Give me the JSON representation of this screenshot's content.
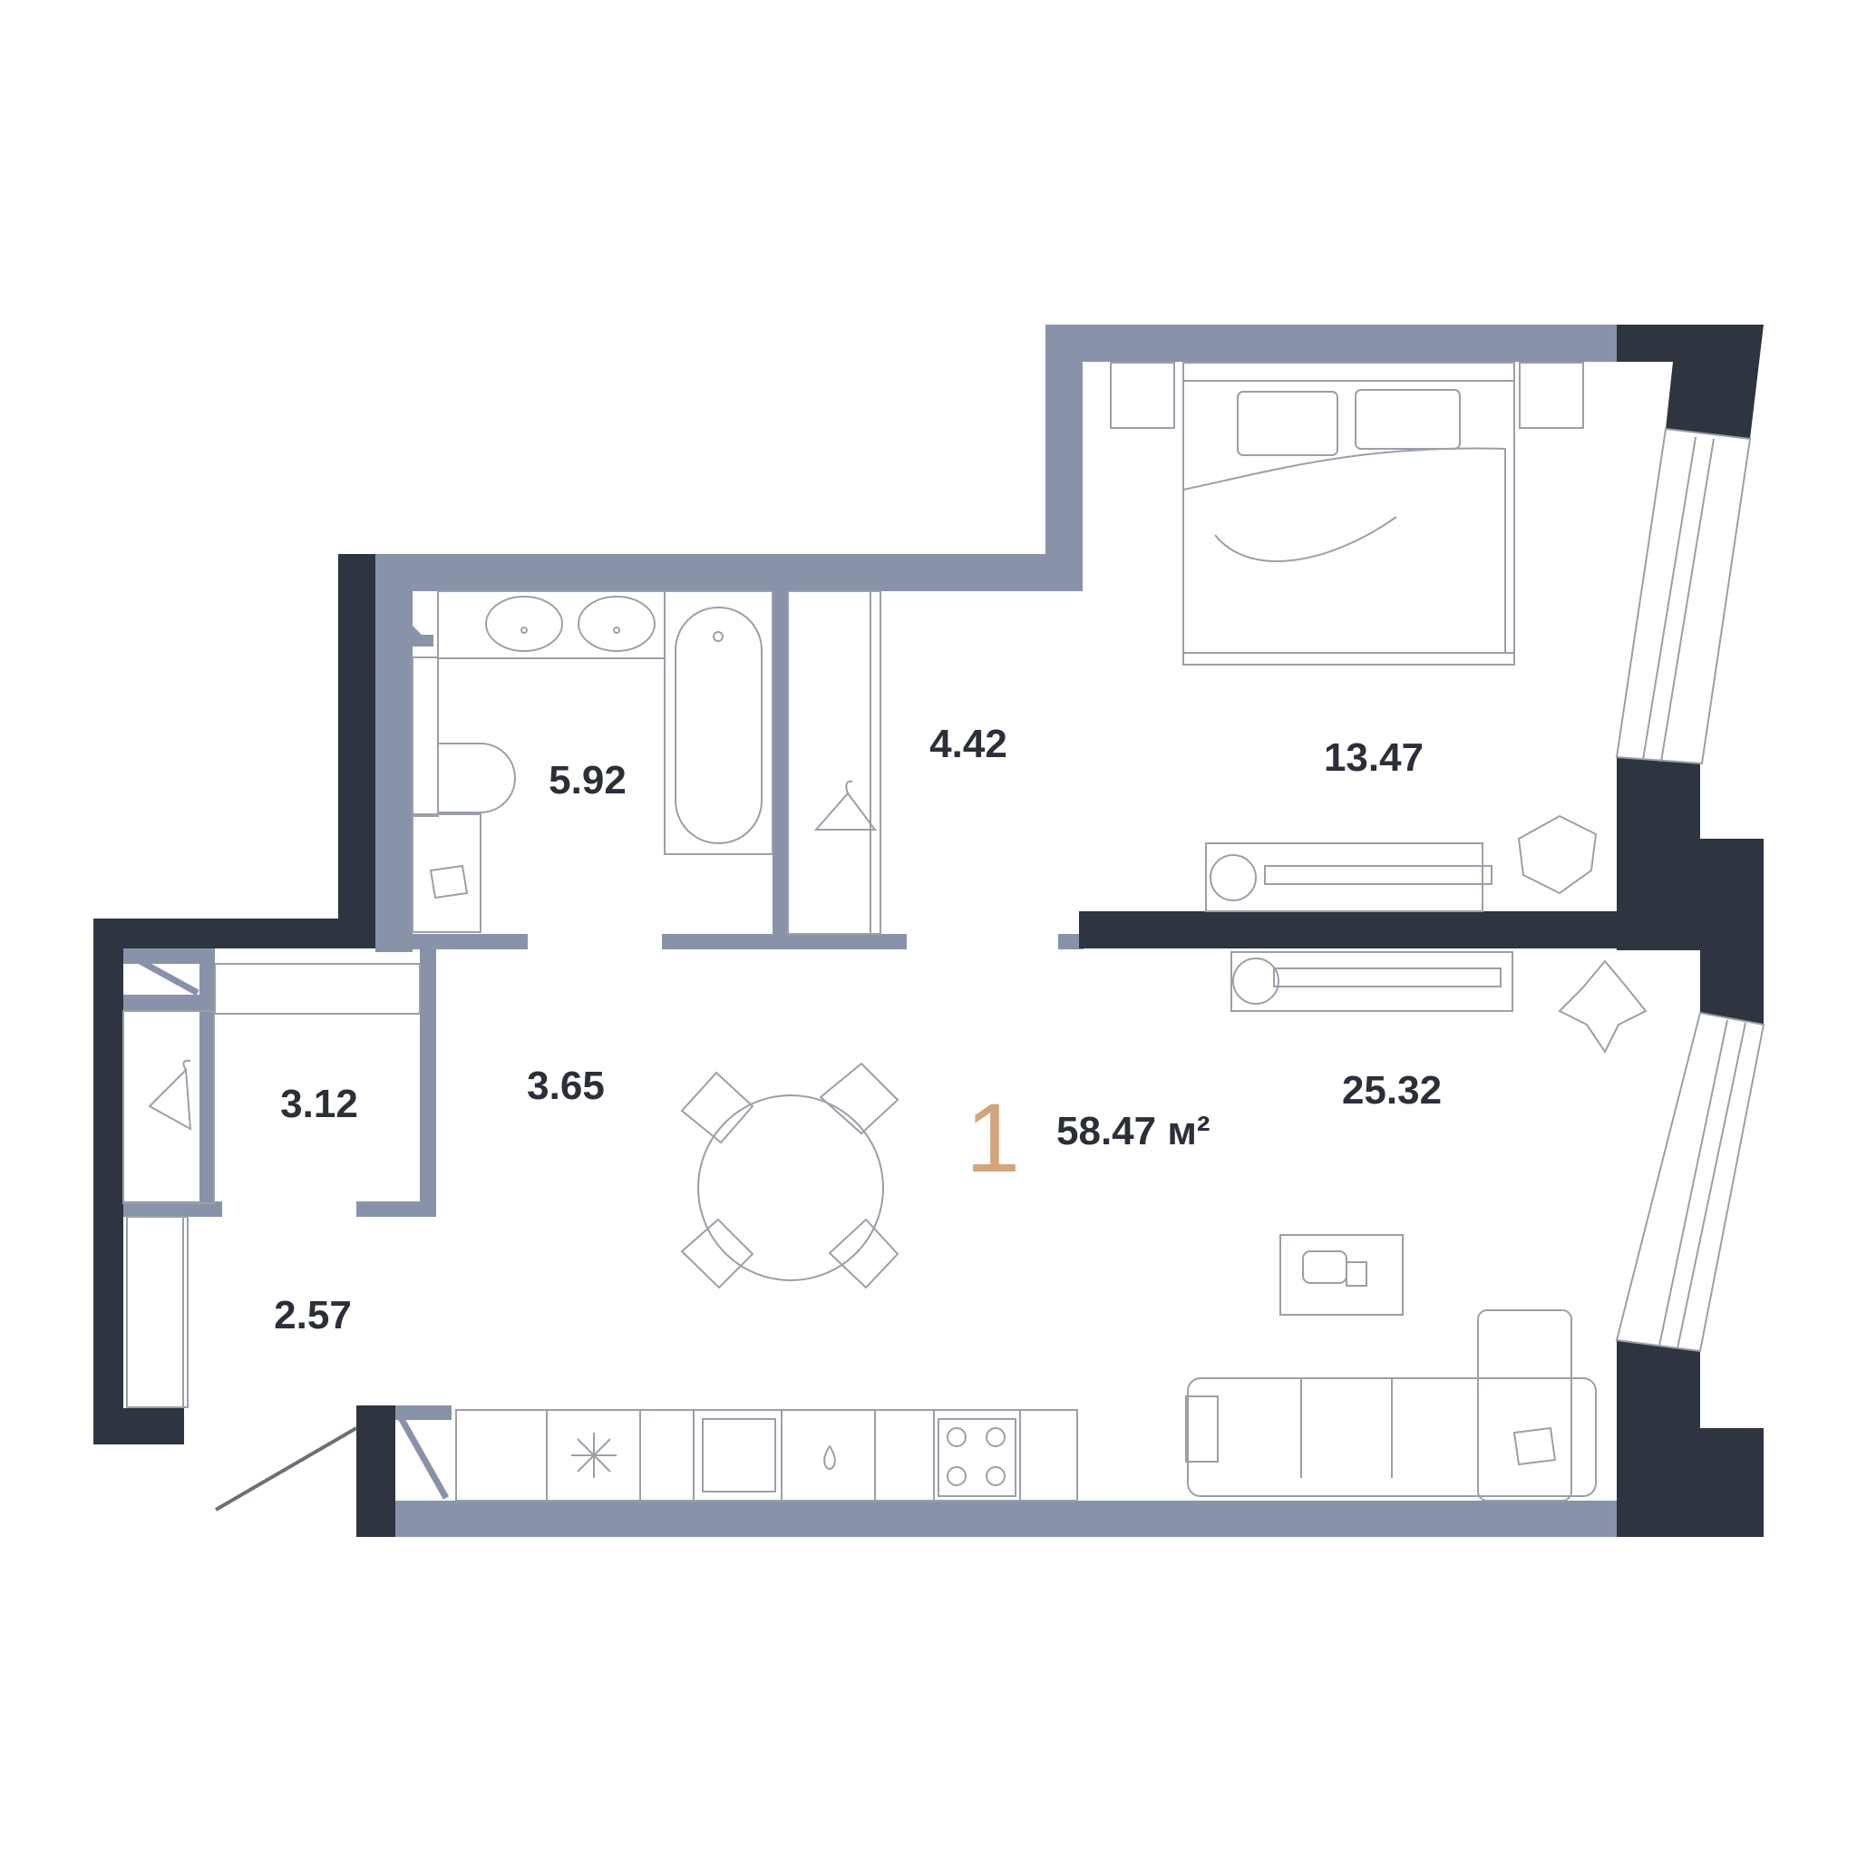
{
  "colors": {
    "exterior_wall": "#2e3440",
    "interior_wall": "#8893aa",
    "furniture_line": "#9aa0a8",
    "label": "#2b2f3a",
    "accent": "#d2a57b"
  },
  "rooms": [
    {
      "id": "bathroom",
      "area": "5.92"
    },
    {
      "id": "wardrobe",
      "area": "4.42"
    },
    {
      "id": "bedroom",
      "area": "13.47"
    },
    {
      "id": "closet",
      "area": "3.12"
    },
    {
      "id": "hall",
      "area": "3.65"
    },
    {
      "id": "entrance",
      "area": "2.57"
    },
    {
      "id": "living-kitchen",
      "area": "25.32"
    }
  ],
  "summary": {
    "rooms_count": "1",
    "total_area": "58.47 м²"
  },
  "icons": [
    "hanger-icon",
    "hanger-icon",
    "snowflake-icon",
    "sink-icon",
    "faucet-icon",
    "cooktop-icon",
    "plant-icon",
    "plant-icon"
  ]
}
